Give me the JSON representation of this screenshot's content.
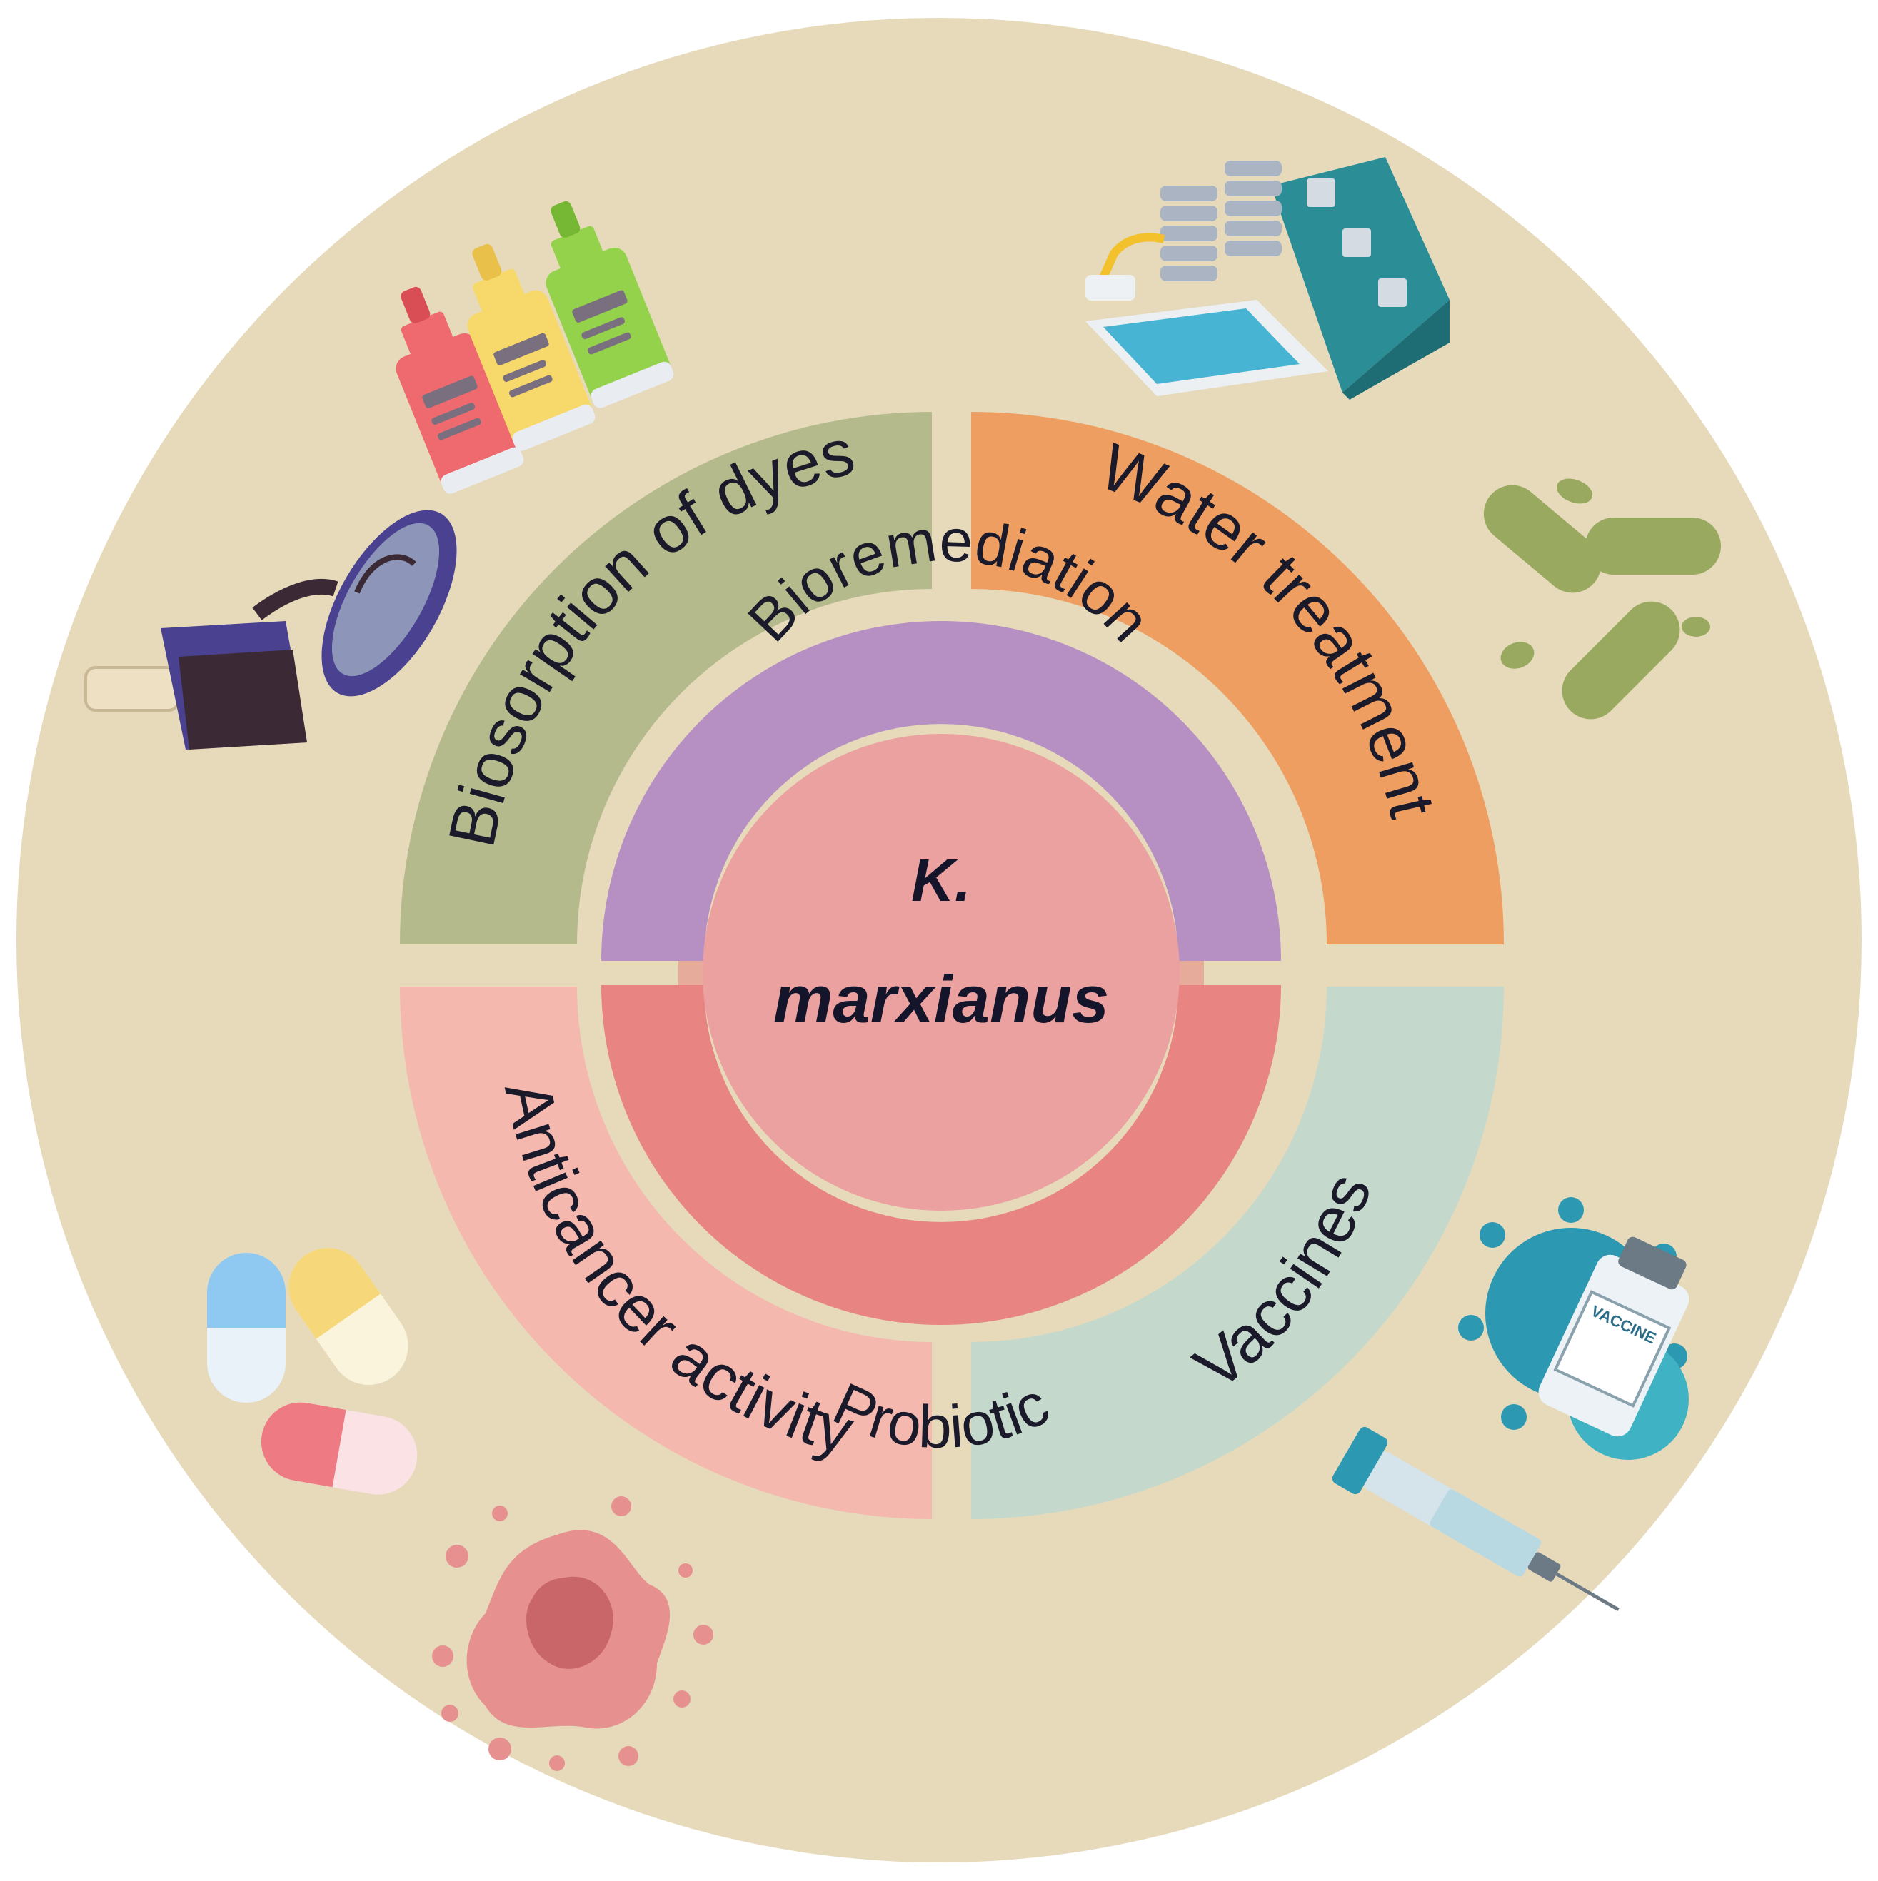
{
  "center": {
    "line1": "K.",
    "line2": "marxianus"
  },
  "inner": {
    "top_label": "Bioremediation",
    "bottom_label": "Probiotic"
  },
  "quadrants": {
    "top_left": "Biosorption of dyes",
    "top_right": "Water treatment",
    "bottom_left": "Anticancer activity",
    "bottom_right": "Vaccines"
  },
  "vaccine_label": "VACCINE",
  "colors": {
    "background_circle": "#e6dabb",
    "biosorption": "#b4ba8c",
    "water_treatment": "#ee9e60",
    "anticancer": "#f4b8ae",
    "vaccines": "#c5d8cc",
    "bioremediation": "#b690c3",
    "probiotic": "#e88582",
    "center": "#eba19f"
  },
  "icons": [
    "dye-bottles-icon",
    "pouring-dye-icon",
    "water-treatment-plant-icon",
    "bacteria-icon",
    "capsules-icon",
    "cancer-cell-icon",
    "vaccine-vial-virus-icon",
    "syringe-icon"
  ]
}
